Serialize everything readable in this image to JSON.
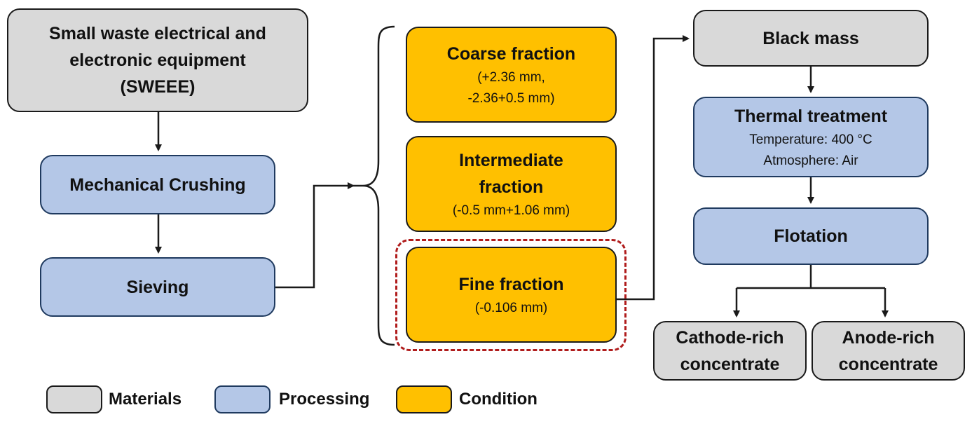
{
  "nodes": {
    "sweee": {
      "lines": [
        "Small waste electrical and",
        "electronic equipment",
        "(SWEEE)"
      ]
    },
    "crushing": {
      "title": "Mechanical Crushing"
    },
    "sieving": {
      "title": "Sieving"
    },
    "coarse": {
      "title": "Coarse fraction",
      "detail": [
        "(+2.36 mm,",
        "-2.36+0.5 mm)"
      ]
    },
    "intermediate": {
      "title": [
        "Intermediate",
        "fraction"
      ],
      "detail": "(-0.5 mm+1.06 mm)"
    },
    "fine": {
      "title": "Fine fraction",
      "detail": "(-0.106 mm)"
    },
    "black_mass": {
      "title": "Black mass"
    },
    "thermal": {
      "title": "Thermal treatment",
      "detail": [
        "Temperature: 400 °C",
        "Atmosphere: Air"
      ]
    },
    "flotation": {
      "title": "Flotation"
    },
    "cathode": {
      "lines": [
        "Cathode-rich",
        "concentrate"
      ]
    },
    "anode": {
      "lines": [
        "Anode-rich",
        "concentrate"
      ]
    }
  },
  "legend": [
    {
      "label": "Materials",
      "color": "#d9d9d9"
    },
    {
      "label": "Processing",
      "color": "#b4c7e7"
    },
    {
      "label": "Condition",
      "color": "#ffc000"
    }
  ],
  "colors": {
    "materials": "#d9d9d9",
    "processing": "#b4c7e7",
    "condition": "#ffc000",
    "highlight": "#b01c1c",
    "line": "#1a1a1a"
  }
}
